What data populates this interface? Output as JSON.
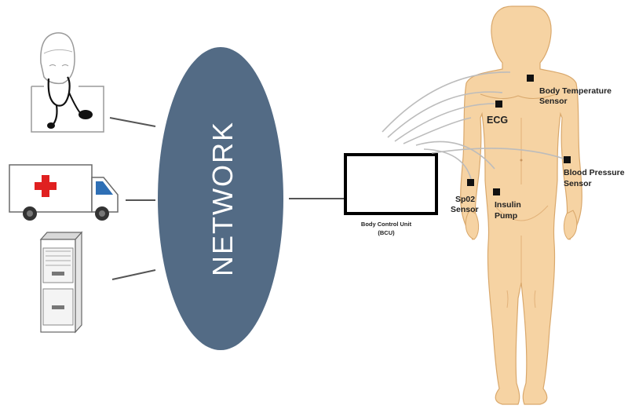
{
  "network": {
    "label": "NETWORK"
  },
  "bcu": {
    "label_line1": "Body Control Unit",
    "label_line2": "(BCU)"
  },
  "sensors": {
    "body_temperature": {
      "line1": "Body Temperature",
      "line2": "Sensor"
    },
    "ecg": {
      "line1": "ECG"
    },
    "blood_pressure": {
      "line1": "Blood Pressure",
      "line2": "Sensor"
    },
    "spo2": {
      "line1": "Sp02",
      "line2": "Sensor"
    },
    "insulin_pump": {
      "line1": "Insulin",
      "line2": "Pump"
    }
  },
  "nodes": {
    "doctor": "doctor-icon",
    "ambulance": "ambulance-icon",
    "records": "file-cabinet-icon"
  },
  "colors": {
    "network": "#536b85",
    "skin": "#f6d3a3",
    "skin_outline": "#d9a86c",
    "cross": "#e02020",
    "sensor": "#111111"
  }
}
